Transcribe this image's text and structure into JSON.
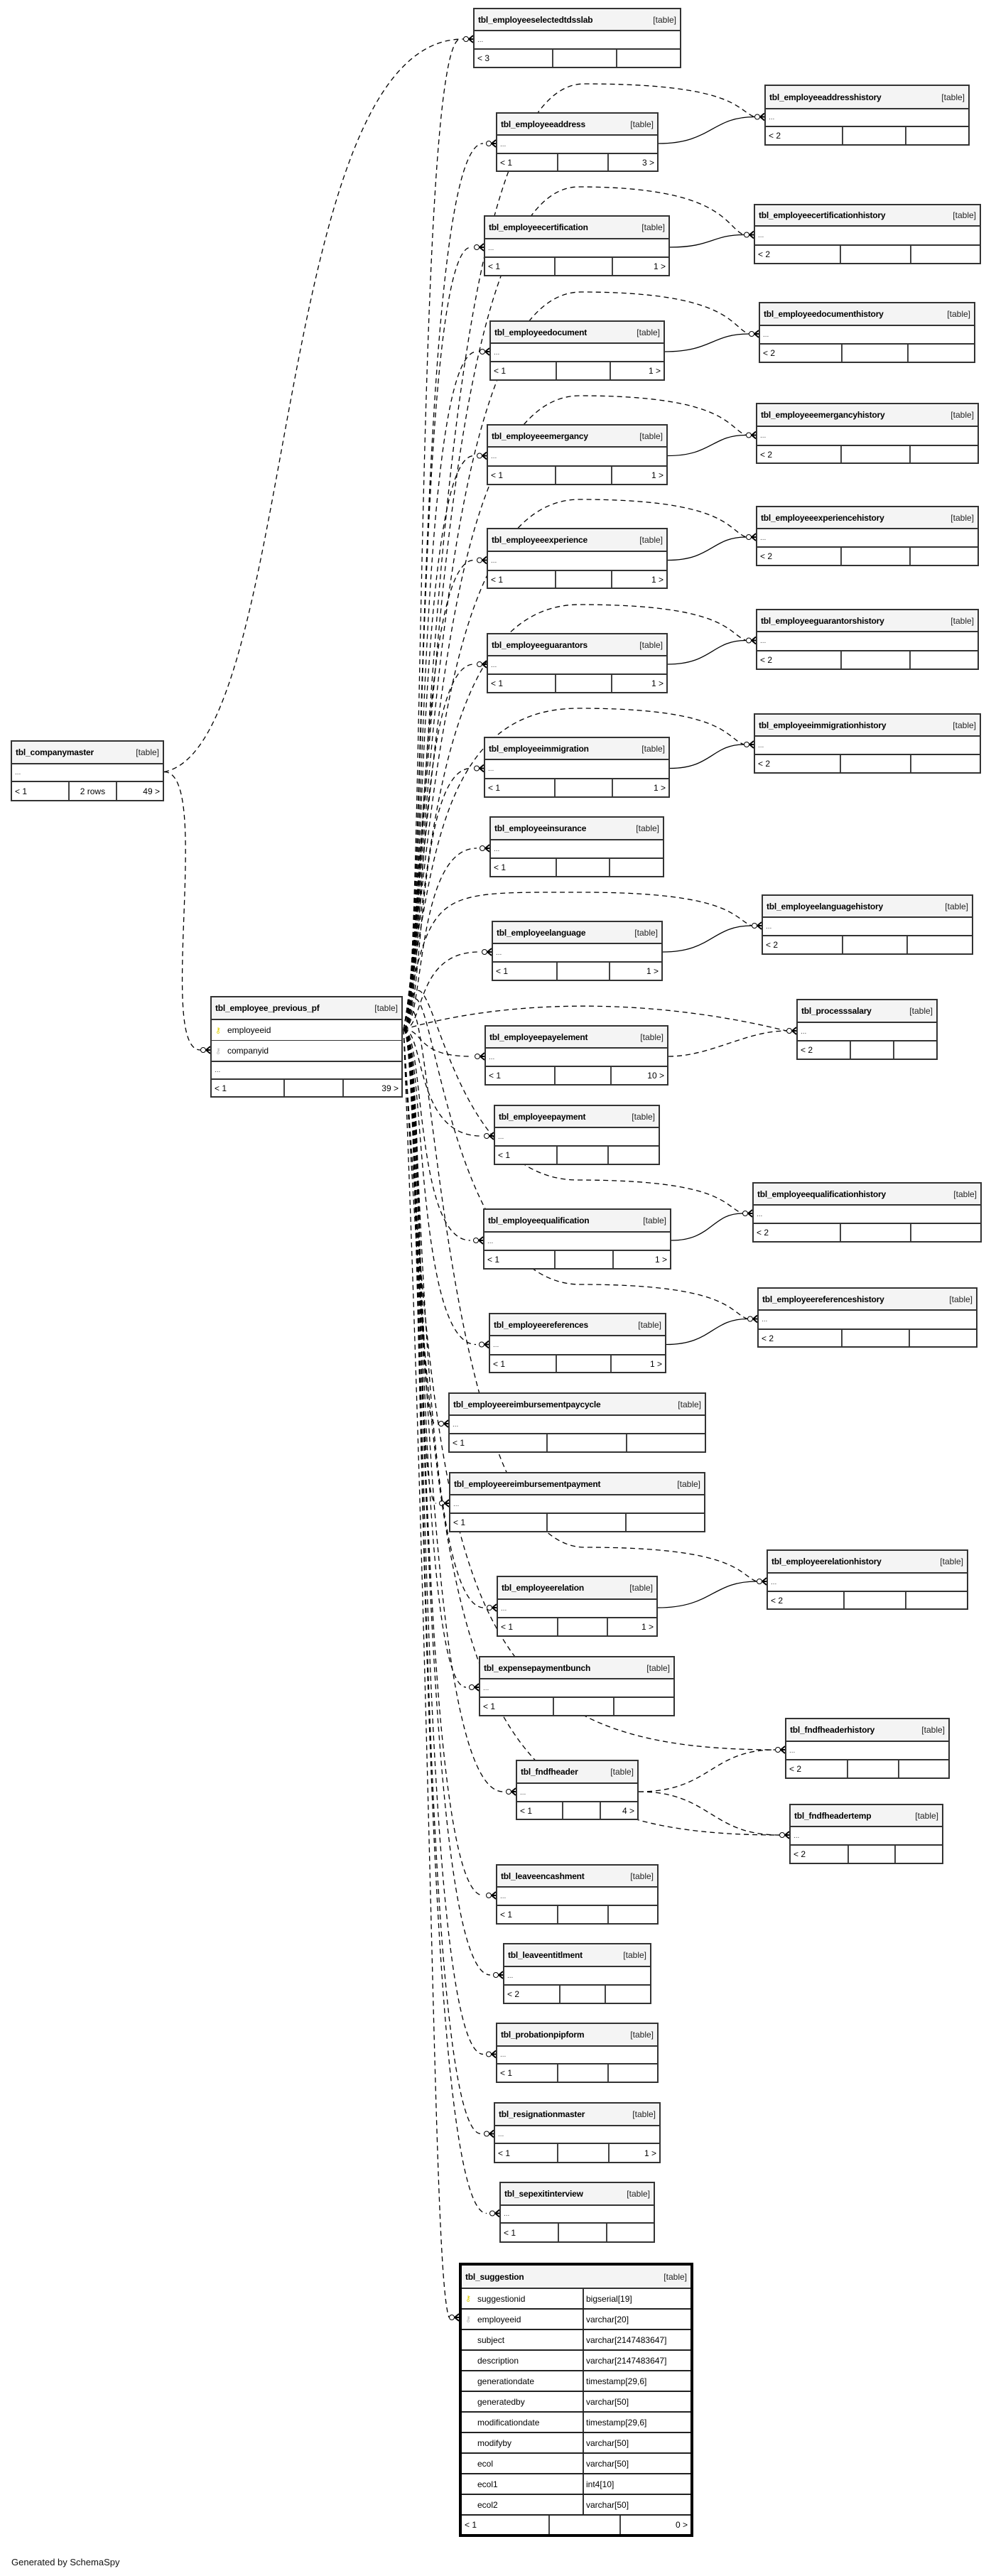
{
  "footer": "Generated by SchemaSpy",
  "kind_label": "[table]",
  "ellipsis": "...",
  "tables": [
    {
      "id": "tbl_employeeselectedtdsslab",
      "name": "tbl_employeeselectedtdsslab",
      "parents": "< 3",
      "rows": "",
      "children": ""
    },
    {
      "id": "tbl_employeeaddresshistory",
      "name": "tbl_employeeaddresshistory",
      "parents": "< 2",
      "rows": "",
      "children": ""
    },
    {
      "id": "tbl_employeeaddress",
      "name": "tbl_employeeaddress",
      "parents": "< 1",
      "rows": "",
      "children": "3 >"
    },
    {
      "id": "tbl_employeecertification",
      "name": "tbl_employeecertification",
      "parents": "< 1",
      "rows": "",
      "children": "1 >"
    },
    {
      "id": "tbl_employeecertificationhistory",
      "name": "tbl_employeecertificationhistory",
      "parents": "< 2",
      "rows": "",
      "children": ""
    },
    {
      "id": "tbl_employeedocument",
      "name": "tbl_employeedocument",
      "parents": "< 1",
      "rows": "",
      "children": "1 >"
    },
    {
      "id": "tbl_employeedocumenthistory",
      "name": "tbl_employeedocumenthistory",
      "parents": "< 2",
      "rows": "",
      "children": ""
    },
    {
      "id": "tbl_employeeemergancy",
      "name": "tbl_employeeemergancy",
      "parents": "< 1",
      "rows": "",
      "children": "1 >"
    },
    {
      "id": "tbl_employeeemergancyhistory",
      "name": "tbl_employeeemergancyhistory",
      "parents": "< 2",
      "rows": "",
      "children": ""
    },
    {
      "id": "tbl_employeeexperience",
      "name": "tbl_employeeexperience",
      "parents": "< 1",
      "rows": "",
      "children": "1 >"
    },
    {
      "id": "tbl_employeeexperiencehistory",
      "name": "tbl_employeeexperiencehistory",
      "parents": "< 2",
      "rows": "",
      "children": ""
    },
    {
      "id": "tbl_employeeguarantors",
      "name": "tbl_employeeguarantors",
      "parents": "< 1",
      "rows": "",
      "children": "1 >"
    },
    {
      "id": "tbl_employeeguarantorshistory",
      "name": "tbl_employeeguarantorshistory",
      "parents": "< 2",
      "rows": "",
      "children": ""
    },
    {
      "id": "tbl_employeeimmigration",
      "name": "tbl_employeeimmigration",
      "parents": "< 1",
      "rows": "",
      "children": "1 >"
    },
    {
      "id": "tbl_employeeimmigrationhistory",
      "name": "tbl_employeeimmigrationhistory",
      "parents": "< 2",
      "rows": "",
      "children": ""
    },
    {
      "id": "tbl_employeeinsurance",
      "name": "tbl_employeeinsurance",
      "parents": "< 1",
      "rows": "",
      "children": ""
    },
    {
      "id": "tbl_employeelanguage",
      "name": "tbl_employeelanguage",
      "parents": "< 1",
      "rows": "",
      "children": "1 >"
    },
    {
      "id": "tbl_employeelanguagehistory",
      "name": "tbl_employeelanguagehistory",
      "parents": "< 2",
      "rows": "",
      "children": ""
    },
    {
      "id": "tbl_employeepayelement",
      "name": "tbl_employeepayelement",
      "parents": "< 1",
      "rows": "",
      "children": "10 >"
    },
    {
      "id": "tbl_processsalary",
      "name": "tbl_processsalary",
      "parents": "< 2",
      "rows": "",
      "children": ""
    },
    {
      "id": "tbl_employeepayment",
      "name": "tbl_employeepayment",
      "parents": "< 1",
      "rows": "",
      "children": ""
    },
    {
      "id": "tbl_employeequalification",
      "name": "tbl_employeequalification",
      "parents": "< 1",
      "rows": "",
      "children": "1 >"
    },
    {
      "id": "tbl_employeequalificationhistory",
      "name": "tbl_employeequalificationhistory",
      "parents": "< 2",
      "rows": "",
      "children": ""
    },
    {
      "id": "tbl_employeereferences",
      "name": "tbl_employeereferences",
      "parents": "< 1",
      "rows": "",
      "children": "1 >"
    },
    {
      "id": "tbl_employeereferenceshistory",
      "name": "tbl_employeereferenceshistory",
      "parents": "< 2",
      "rows": "",
      "children": ""
    },
    {
      "id": "tbl_employeereimbursementpaycycle",
      "name": "tbl_employeereimbursementpaycycle",
      "parents": "< 1",
      "rows": "",
      "children": ""
    },
    {
      "id": "tbl_employeereimbursementpayment",
      "name": "tbl_employeereimbursementpayment",
      "parents": "< 1",
      "rows": "",
      "children": ""
    },
    {
      "id": "tbl_employeerelationhistory",
      "name": "tbl_employeerelationhistory",
      "parents": "< 2",
      "rows": "",
      "children": ""
    },
    {
      "id": "tbl_employeerelation",
      "name": "tbl_employeerelation",
      "parents": "< 1",
      "rows": "",
      "children": "1 >"
    },
    {
      "id": "tbl_expensepaymentbunch",
      "name": "tbl_expensepaymentbunch",
      "parents": "< 1",
      "rows": "",
      "children": ""
    },
    {
      "id": "tbl_fndfheaderhistory",
      "name": "tbl_fndfheaderhistory",
      "parents": "< 2",
      "rows": "",
      "children": ""
    },
    {
      "id": "tbl_fndfheader",
      "name": "tbl_fndfheader",
      "parents": "< 1",
      "rows": "",
      "children": "4 >"
    },
    {
      "id": "tbl_fndfheadertemp",
      "name": "tbl_fndfheadertemp",
      "parents": "< 2",
      "rows": "",
      "children": ""
    },
    {
      "id": "tbl_leaveencashment",
      "name": "tbl_leaveencashment",
      "parents": "< 1",
      "rows": "",
      "children": ""
    },
    {
      "id": "tbl_leaveentitlment",
      "name": "tbl_leaveentitlment",
      "parents": "< 2",
      "rows": "",
      "children": ""
    },
    {
      "id": "tbl_probationpipform",
      "name": "tbl_probationpipform",
      "parents": "< 1",
      "rows": "",
      "children": ""
    },
    {
      "id": "tbl_resignationmaster",
      "name": "tbl_resignationmaster",
      "parents": "< 1",
      "rows": "",
      "children": "1 >"
    },
    {
      "id": "tbl_sepexitinterview",
      "name": "tbl_sepexitinterview",
      "parents": "< 1",
      "rows": "",
      "children": ""
    },
    {
      "id": "tbl_companymaster",
      "name": "tbl_companymaster",
      "parents": "< 1",
      "rows": "2 rows",
      "children": "49 >"
    }
  ],
  "previous_pf": {
    "name": "tbl_employee_previous_pf",
    "columns": [
      {
        "name": "employeeid",
        "key": "pk"
      },
      {
        "name": "companyid",
        "key": "fk"
      }
    ],
    "parents": "< 1",
    "rows": "",
    "children": "39 >"
  },
  "suggestion": {
    "name": "tbl_suggestion",
    "columns": [
      {
        "name": "suggestionid",
        "type": "bigserial[19]",
        "key": "pk"
      },
      {
        "name": "employeeid",
        "type": "varchar[20]",
        "key": "fk"
      },
      {
        "name": "subject",
        "type": "varchar[2147483647]",
        "key": ""
      },
      {
        "name": "description",
        "type": "varchar[2147483647]",
        "key": ""
      },
      {
        "name": "generationdate",
        "type": "timestamp[29,6]",
        "key": ""
      },
      {
        "name": "generatedby",
        "type": "varchar[50]",
        "key": ""
      },
      {
        "name": "modificationdate",
        "type": "timestamp[29,6]",
        "key": ""
      },
      {
        "name": "modifyby",
        "type": "varchar[50]",
        "key": ""
      },
      {
        "name": "ecol",
        "type": "varchar[50]",
        "key": ""
      },
      {
        "name": "ecol1",
        "type": "int4[10]",
        "key": ""
      },
      {
        "name": "ecol2",
        "type": "varchar[50]",
        "key": ""
      }
    ],
    "parents": "< 1",
    "rows": "",
    "children": "0 >"
  },
  "icons": {
    "pk": "primary-key-icon",
    "fk": "foreign-key-icon"
  }
}
